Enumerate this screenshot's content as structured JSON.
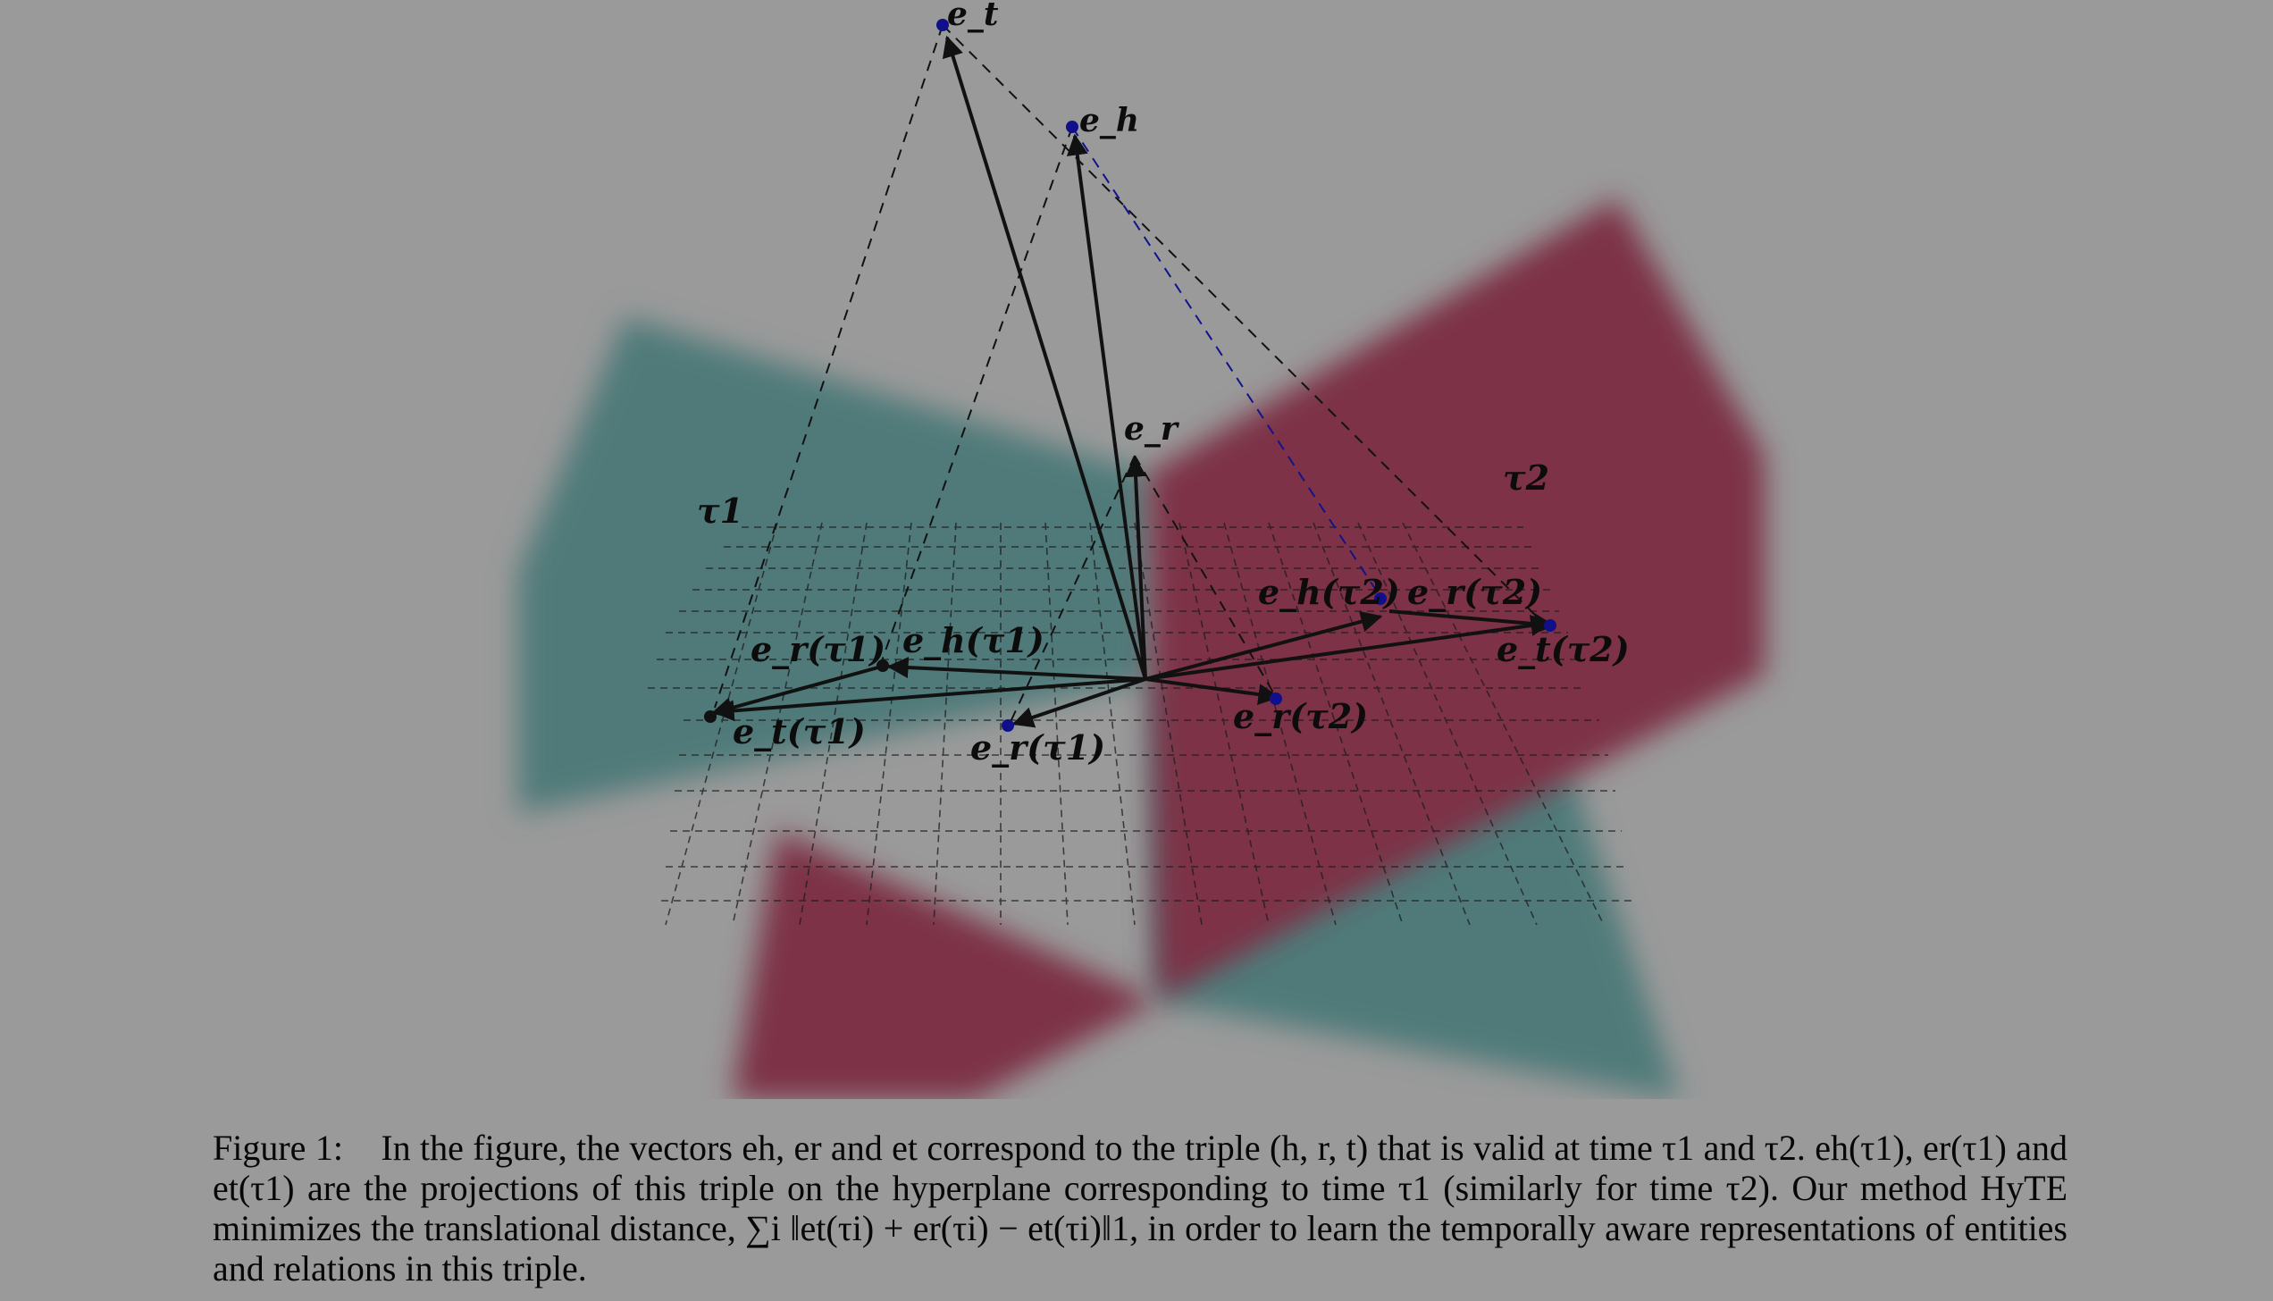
{
  "figure": {
    "labels": {
      "e_t": "e_t",
      "e_h": "e_h",
      "e_r": "e_r",
      "tau1": "τ1",
      "tau2": "τ2",
      "er_tau1_a": "e_r(τ1)",
      "eh_tau1": "e_h(τ1)",
      "et_tau1": "e_t(τ1)",
      "er_tau1_b": "e_r(τ1)",
      "eh_tau2": "e_h(τ2)",
      "er_tau2_a": "e_r(τ2)",
      "et_tau2": "e_t(τ2)",
      "er_tau2_b": "e_r(τ2)"
    },
    "colors": {
      "background": "#9a9a9a",
      "plane_tau1": "#4f7a79",
      "plane_tau2": "#7d3246",
      "vector": "#111111",
      "point": "#10108a"
    }
  },
  "caption": {
    "label": "Figure 1:",
    "text": "In the figure, the vectors eh, er and et correspond to the triple (h, r, t) that is valid at time τ1 and τ2. eh(τ1), er(τ1) and et(τ1) are the projections of this triple on the hyperplane corresponding to time τ1 (similarly for time τ2). Our method HyTE minimizes the translational distance, ∑i ‖et(τi) + er(τi) − et(τi)‖1, in order to learn the temporally aware representations of entities and relations in this triple."
  }
}
